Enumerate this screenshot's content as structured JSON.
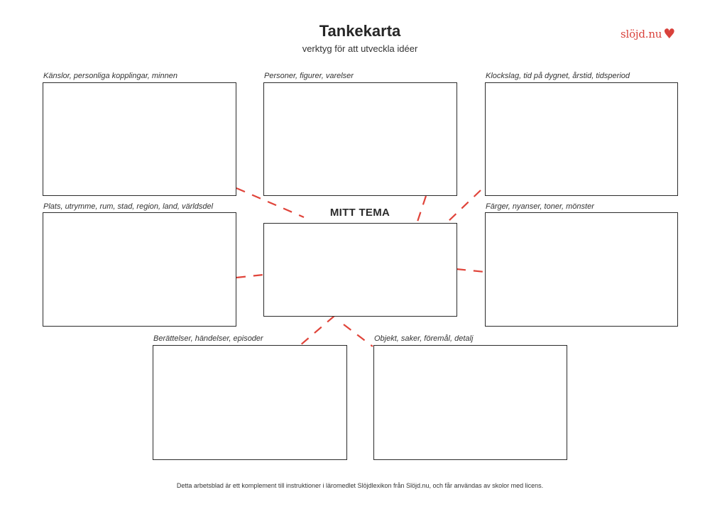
{
  "header": {
    "title": "Tankekarta",
    "subtitle": "verktyg för att utveckla idéer"
  },
  "logo": {
    "text": "slöjd.nu",
    "heart": "♥",
    "color": "#d9413b"
  },
  "center": {
    "label": "MITT TEMA"
  },
  "boxes": [
    {
      "label": "Känslor, personliga kopplingar, minnen"
    },
    {
      "label": "Personer, figurer, varelser"
    },
    {
      "label": "Klockslag, tid på dygnet, årstid, tidsperiod"
    },
    {
      "label": "Plats, utrymme, rum, stad, region, land, världsdel"
    },
    {
      "label": "Färger, nyanser, toner, mönster"
    },
    {
      "label": "Berättelser, händelser, episoder"
    },
    {
      "label": "Objekt, saker, föremål, detalj"
    }
  ],
  "footer": {
    "text": "Detta arbetsblad är ett komplement till instruktioner i läromedlet Slöjdlexikon från Slöjd.nu, och får användas av skolor med licens."
  },
  "colors": {
    "connector": "#e0443a",
    "border": "#2b2b2b"
  }
}
